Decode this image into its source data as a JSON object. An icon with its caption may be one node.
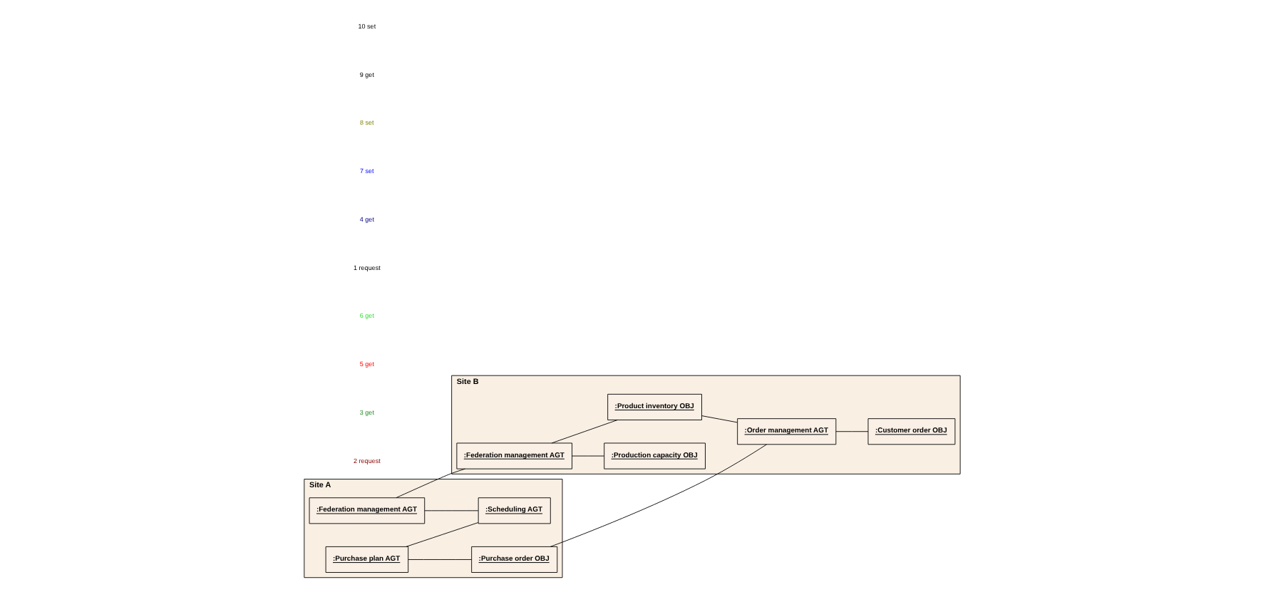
{
  "diagram": {
    "nodes": [
      {
        "text": [
          "Site A"
        ]
      },
      {
        "text": [
          ":Federation management AGT"
        ],
        "in": 0
      },
      {
        "text": [
          ":Scheduling AGT"
        ],
        "in": 0
      },
      {
        "text": [
          ":Purchase plan AGT"
        ],
        "in": 0
      },
      {
        "text": [
          ":Purchase order OBJ"
        ],
        "in": 0
      },
      {
        "text": [
          "Site B"
        ]
      },
      {
        "text": [
          ":Federation management AGT"
        ],
        "in": 5
      },
      {
        "text": [
          ":Production capacity OBJ"
        ],
        "in": 5
      },
      {
        "text": [
          ":Product inventory OBJ"
        ],
        "in": 5
      },
      {
        "text": [
          ":Order management AGT"
        ],
        "in": 5
      },
      {
        "text": [
          ":Customer order OBJ"
        ],
        "in": 5
      }
    ],
    "edges": [
      {
        "from": 1,
        "to": 6,
        "arrow": "none"
      },
      {
        "from": 1,
        "to": 2,
        "arrow": "none"
      },
      {
        "from": 3,
        "to": 2,
        "arrow": "none"
      },
      {
        "from": 3,
        "to": 4,
        "arrow": "none"
      },
      {
        "from": 4,
        "to": 9,
        "arrow": "none"
      },
      {
        "from": 6,
        "to": 7,
        "arrow": "none"
      },
      {
        "from": 6,
        "to": 8,
        "arrow": "none"
      },
      {
        "from": 8,
        "to": 9,
        "arrow": "none"
      },
      {
        "from": 9,
        "to": 10,
        "arrow": "none"
      }
    ],
    "labels": [
      "2 request",
      "3 get",
      "5 get",
      "6 get",
      "1 request",
      "4 get",
      "7 set",
      "8 set",
      "9 get",
      "10 set"
    ]
  }
}
